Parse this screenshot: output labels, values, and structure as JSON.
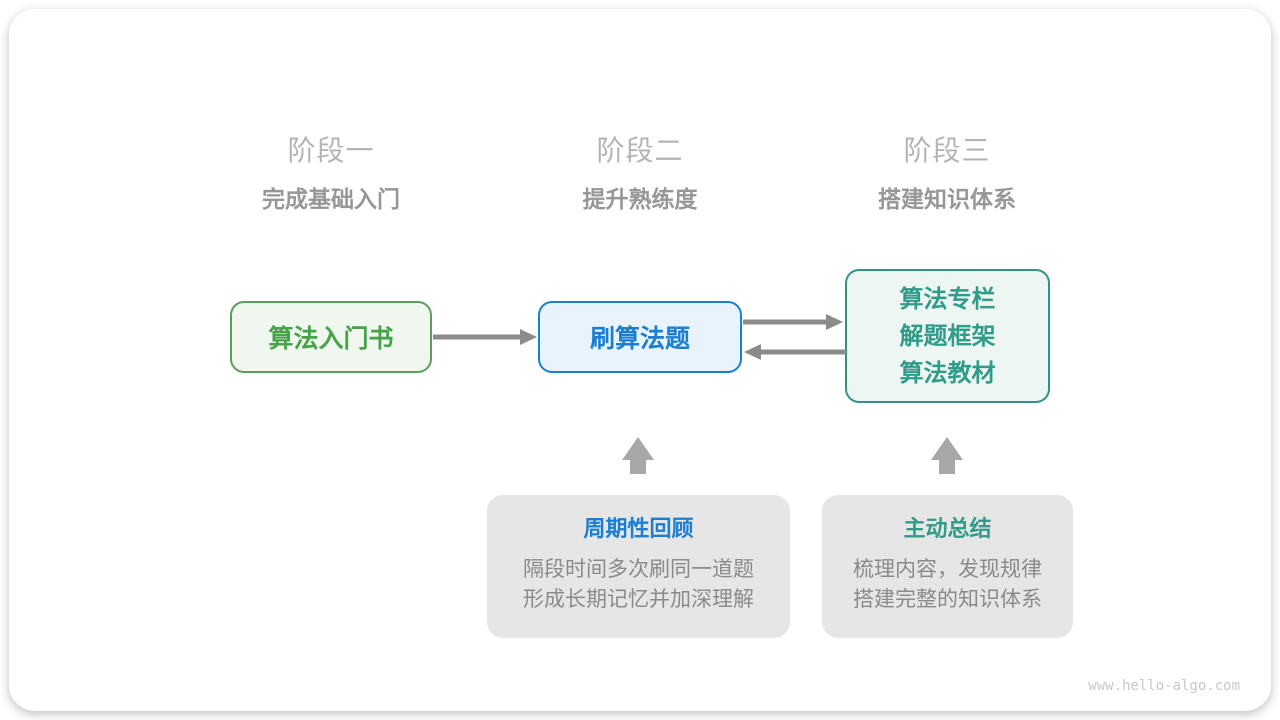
{
  "diagram": {
    "stages": [
      {
        "label": "阶段一",
        "subtitle": "完成基础入门"
      },
      {
        "label": "阶段二",
        "subtitle": "提升熟练度"
      },
      {
        "label": "阶段三",
        "subtitle": "搭建知识体系"
      }
    ],
    "nodes": {
      "intro_book": {
        "label": "算法入门书"
      },
      "practice": {
        "label": "刷算法题"
      },
      "resources": {
        "lines": [
          "算法专栏",
          "解题框架",
          "算法教材"
        ]
      }
    },
    "notes": {
      "review": {
        "title": "周期性回顾",
        "lines": [
          "隔段时间多次刷同一道题",
          "形成长期记忆并加深理解"
        ]
      },
      "summary": {
        "title": "主动总结",
        "lines": [
          "梳理内容，发现规律",
          "搭建完整的知识体系"
        ]
      }
    },
    "watermark": "www.hello-algo.com"
  },
  "colors": {
    "green_border": "#5a9e5a",
    "green_text": "#46a349",
    "green_fill": "#eff7ee",
    "blue_accent": "#1b7ed3",
    "blue_fill": "#e9f3fb",
    "teal_border": "#339188",
    "teal_text": "#2f9c89",
    "teal_fill": "#edf6f3",
    "arrow": "#8b8b8b",
    "block_arrow": "#a8a8a8",
    "note_bg": "#e6e6e6",
    "note_text": "#8a8a8a",
    "stage_label": "#b4b4b4",
    "stage_subtitle": "#979797",
    "watermark_text": "#c8c8c8"
  }
}
